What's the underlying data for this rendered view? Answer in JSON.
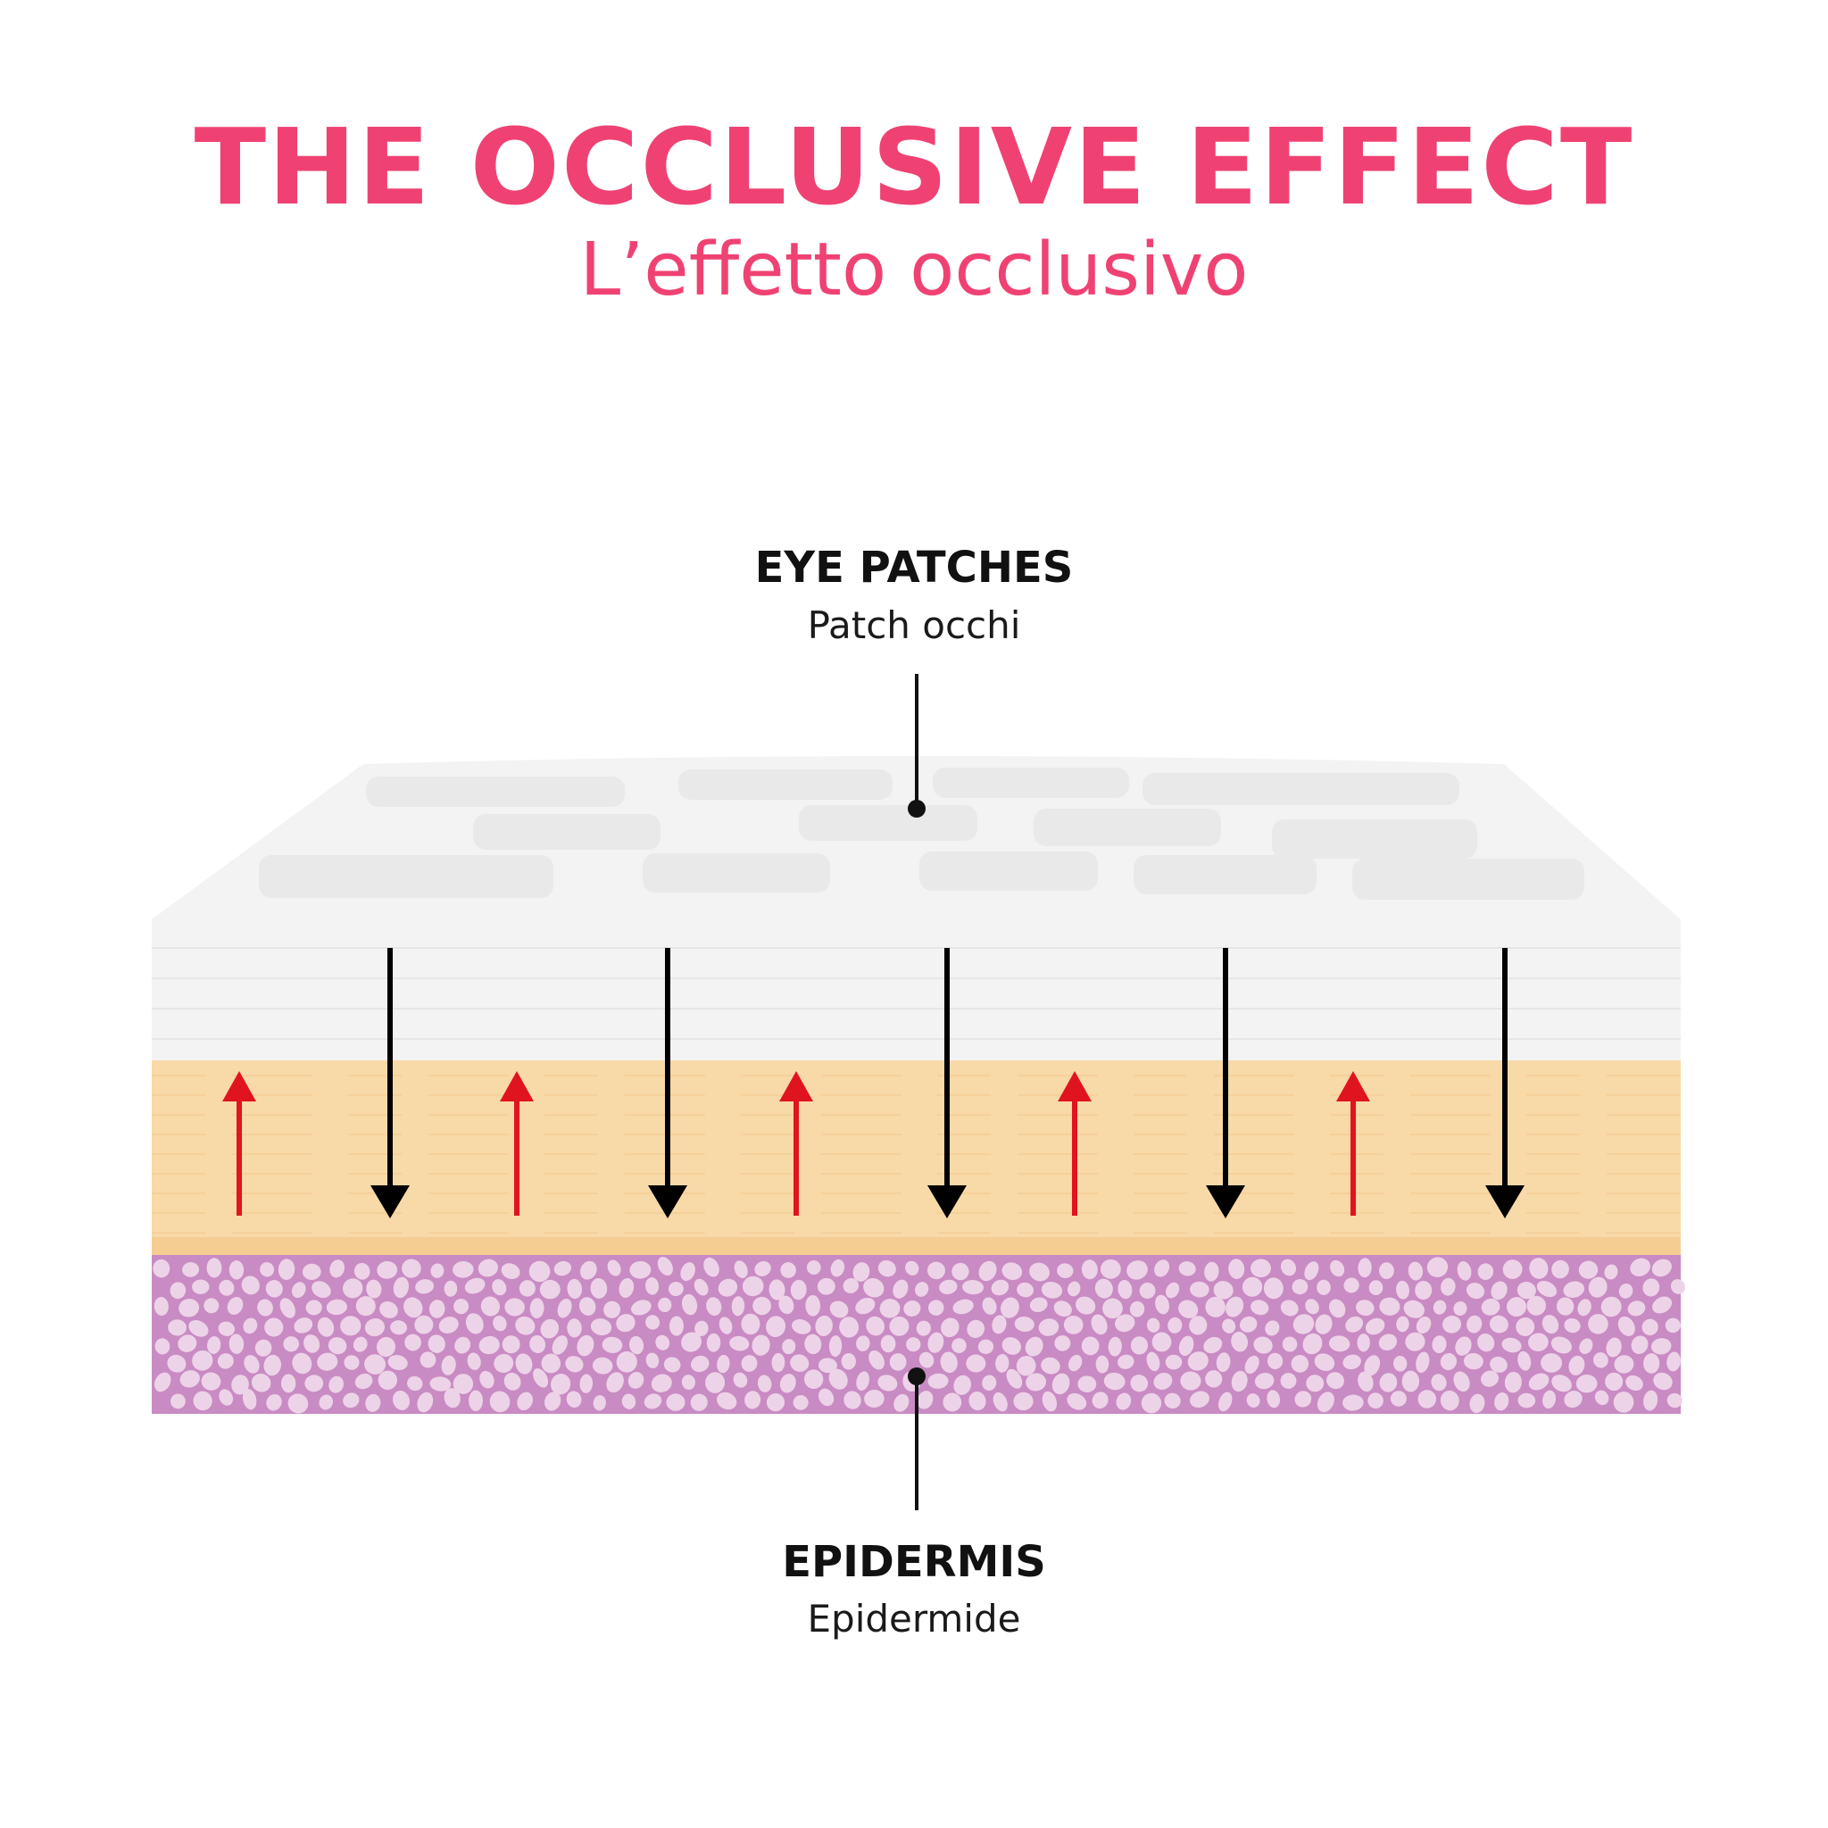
{
  "header": {
    "title": "THE OCCLUSIVE EFFECT",
    "subtitle": "L’effetto occlusivo"
  },
  "labels": {
    "top": {
      "title": "EYE PATCHES",
      "subtitle": "Patch occhi"
    },
    "bottom": {
      "title": "EPIDERMIS",
      "subtitle": "Epidermide"
    }
  },
  "colors": {
    "accent": "#EF4272",
    "patch": "#F3F3F3",
    "patch_cells": "#E9E9E9",
    "skin_layer": "#F8D9A8",
    "epidermis": "#C98BC3",
    "epidermis_cells": "#EDD3E8",
    "arrow_in": "#000000",
    "arrow_out": "#E0141F"
  },
  "arrows": {
    "up_count": 5,
    "down_count": 5
  }
}
